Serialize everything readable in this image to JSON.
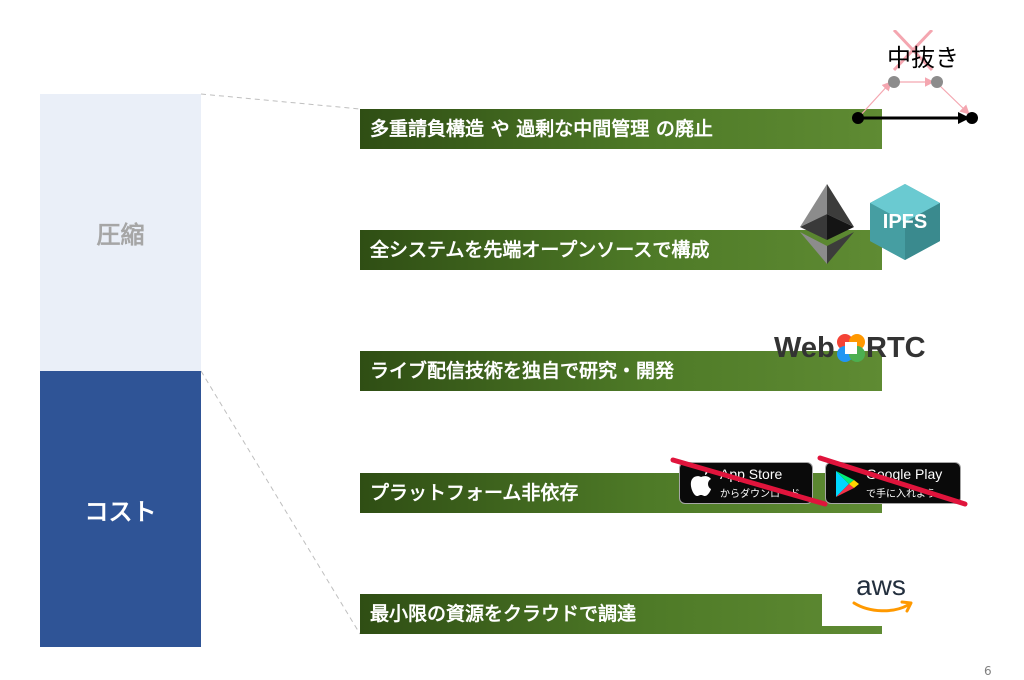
{
  "bar": {
    "top_label": "圧縮",
    "bottom_label": "コスト",
    "top_color": "#eaeff8",
    "bottom_color": "#2f5496"
  },
  "items": [
    {
      "label": "多重請負構造 や 過剰な中間管理 の廃止"
    },
    {
      "label": "全システムを先端オープンソースで構成"
    },
    {
      "label": "ライブ配信技術を独自で研究・開発"
    },
    {
      "label": "プラットフォーム非依存"
    },
    {
      "label": "最小限の資源をクラウドで調達"
    }
  ],
  "middleman": {
    "label": "中抜き"
  },
  "logos": {
    "ipfs": "IPFS",
    "webrtc_left": "Web",
    "webrtc_right": "RTC",
    "app_store": {
      "main": "App Store",
      "sub": "からダウンロード"
    },
    "google_play": {
      "main": "Google Play",
      "sub": "で手に入れよう"
    },
    "aws": "aws"
  },
  "page_number": "6",
  "colors": {
    "accent_green": "#4e7a27",
    "cross_red": "#e0143c"
  }
}
